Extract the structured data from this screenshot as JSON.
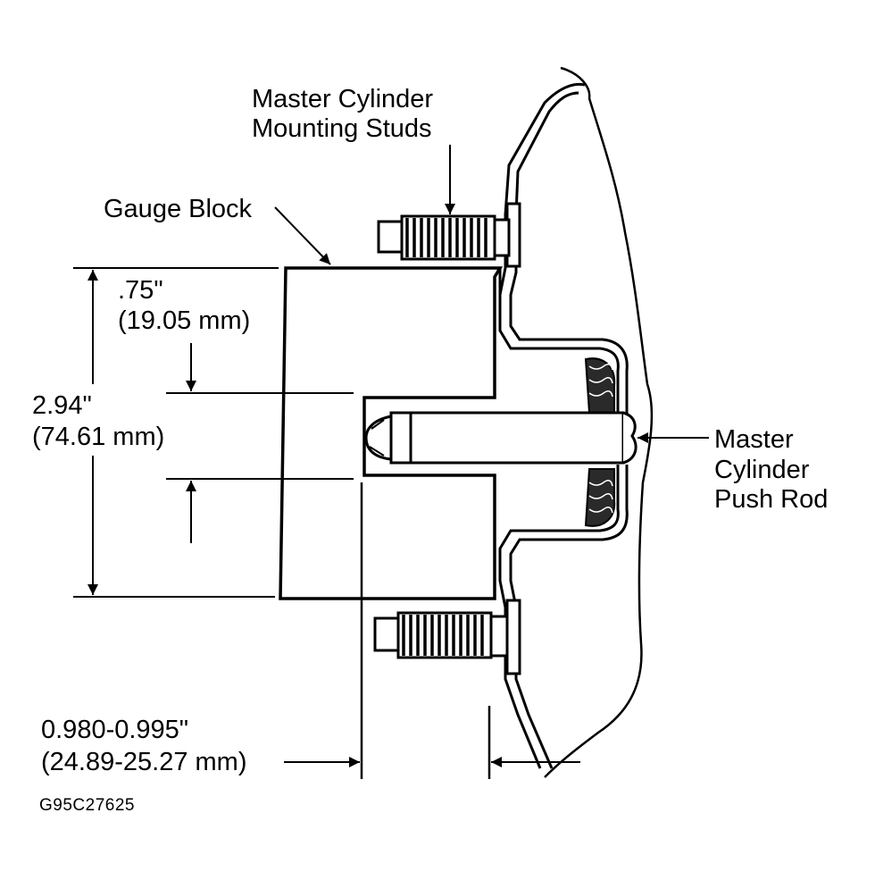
{
  "labels": {
    "studs_line1": "Master Cylinder",
    "studs_line2": "Mounting Studs",
    "gauge_block": "Gauge Block",
    "dim_075_in": ".75\"",
    "dim_075_mm": "(19.05 mm)",
    "dim_294_in": "2.94\"",
    "dim_294_mm": "(74.61 mm)",
    "pushrod_line1": "Master",
    "pushrod_line2": "Cylinder",
    "pushrod_line3": "Push Rod",
    "gap_in": "0.980-0.995\"",
    "gap_mm": "(24.89-25.27 mm)",
    "figure_code": "G95C27625"
  }
}
